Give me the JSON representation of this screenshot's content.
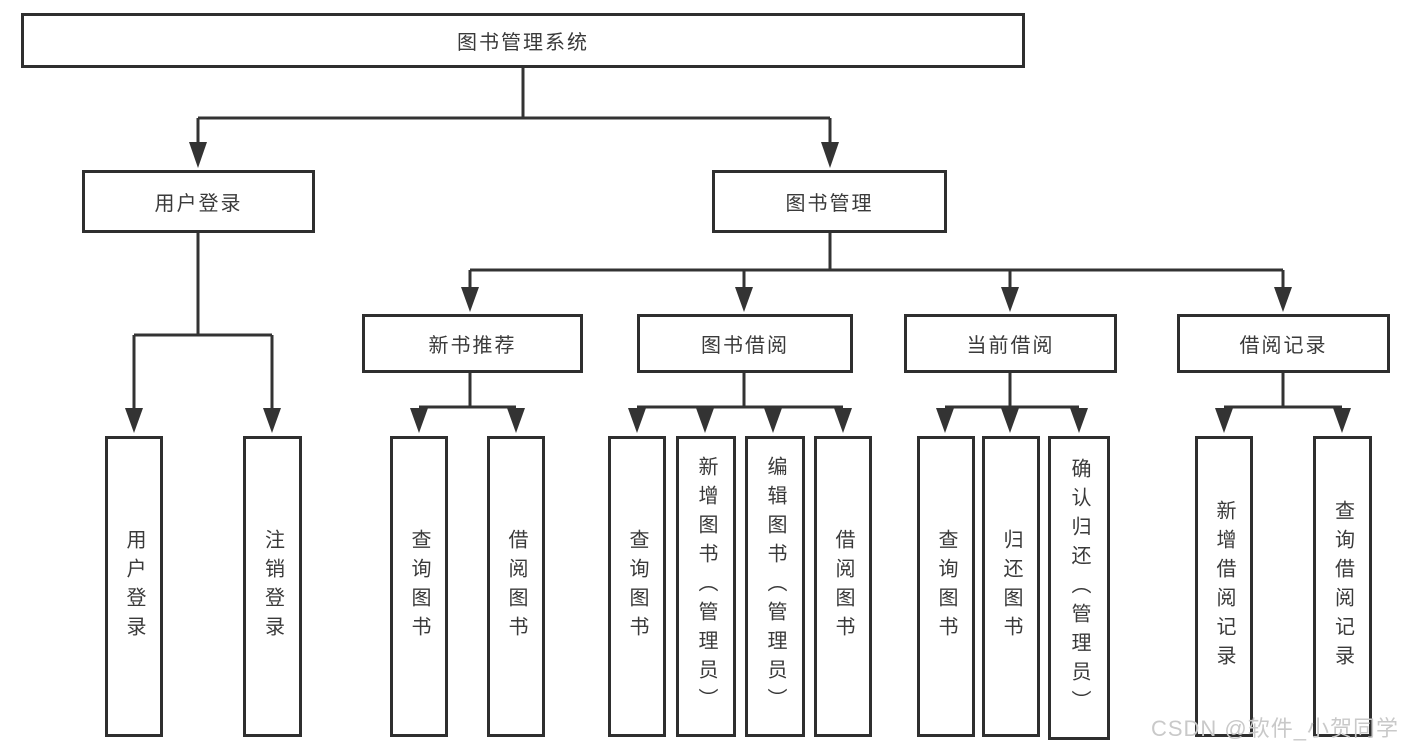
{
  "diagram": {
    "root": {
      "label": "图书管理系统"
    },
    "branches": [
      {
        "label": "用户登录",
        "children": [
          {
            "label": "用户登录"
          },
          {
            "label": "注销登录"
          }
        ]
      },
      {
        "label": "图书管理",
        "children": [
          {
            "label": "新书推荐",
            "children": [
              {
                "label": "查询图书"
              },
              {
                "label": "借阅图书"
              }
            ]
          },
          {
            "label": "图书借阅",
            "children": [
              {
                "label": "查询图书"
              },
              {
                "label": "新增图书（管理员）"
              },
              {
                "label": "编辑图书（管理员）"
              },
              {
                "label": "借阅图书"
              }
            ]
          },
          {
            "label": "当前借阅",
            "children": [
              {
                "label": "查询图书"
              },
              {
                "label": "归还图书"
              },
              {
                "label": "确认归还（管理员）"
              }
            ]
          },
          {
            "label": "借阅记录",
            "children": [
              {
                "label": "新增借阅记录"
              },
              {
                "label": "查询借阅记录"
              }
            ]
          }
        ]
      }
    ]
  },
  "watermark": {
    "text": "CSDN @软件_小贺同学"
  },
  "colors": {
    "line": "#333333",
    "box_border": "#2f2f2f",
    "text": "#3a3a3a",
    "watermark": "#c9c9c9",
    "background": "#ffffff"
  }
}
